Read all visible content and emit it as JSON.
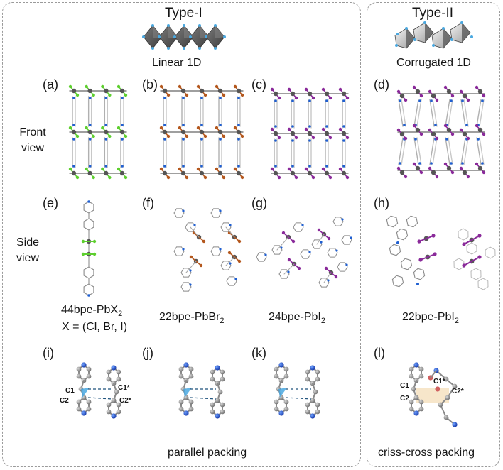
{
  "type_i": {
    "title": "Type-I",
    "subtitle": "Linear 1D"
  },
  "type_ii": {
    "title": "Type-II",
    "subtitle": "Corrugated 1D"
  },
  "row_labels": {
    "front": "Front view",
    "side": "Side view"
  },
  "panels": {
    "a": "(a)",
    "b": "(b)",
    "c": "(c)",
    "d": "(d)",
    "e": "(e)",
    "f": "(f)",
    "g": "(g)",
    "h": "(h)",
    "i": "(i)",
    "j": "(j)",
    "k": "(k)",
    "l": "(l)"
  },
  "compounds": {
    "e_line1": "44bpe-PbX",
    "e_sub": "2",
    "e_line2": "X = (Cl, Br, I)",
    "f_main": "22bpe-PbBr",
    "f_sub": "2",
    "g_main": "24bpe-PbI",
    "g_sub": "2",
    "h_main": "22bpe-PbI",
    "h_sub": "2"
  },
  "packing": {
    "parallel": "parallel packing",
    "crisscross": "criss-cross packing"
  },
  "atoms": {
    "c1": "C1",
    "c2": "C2",
    "c1s": "C1*",
    "c2s": "C2*"
  },
  "colors": {
    "lead": "#555555",
    "chlorine": "#5ecf2f",
    "bromine": "#b4581e",
    "iodine": "#8a2a9a",
    "nitrogen": "#1f5fd1",
    "carbon": "#9a9a9a",
    "octahedron": "#5b5b5b",
    "highlight_blue": "#4aa8e0",
    "highlight_orange": "#f6e3c4"
  }
}
